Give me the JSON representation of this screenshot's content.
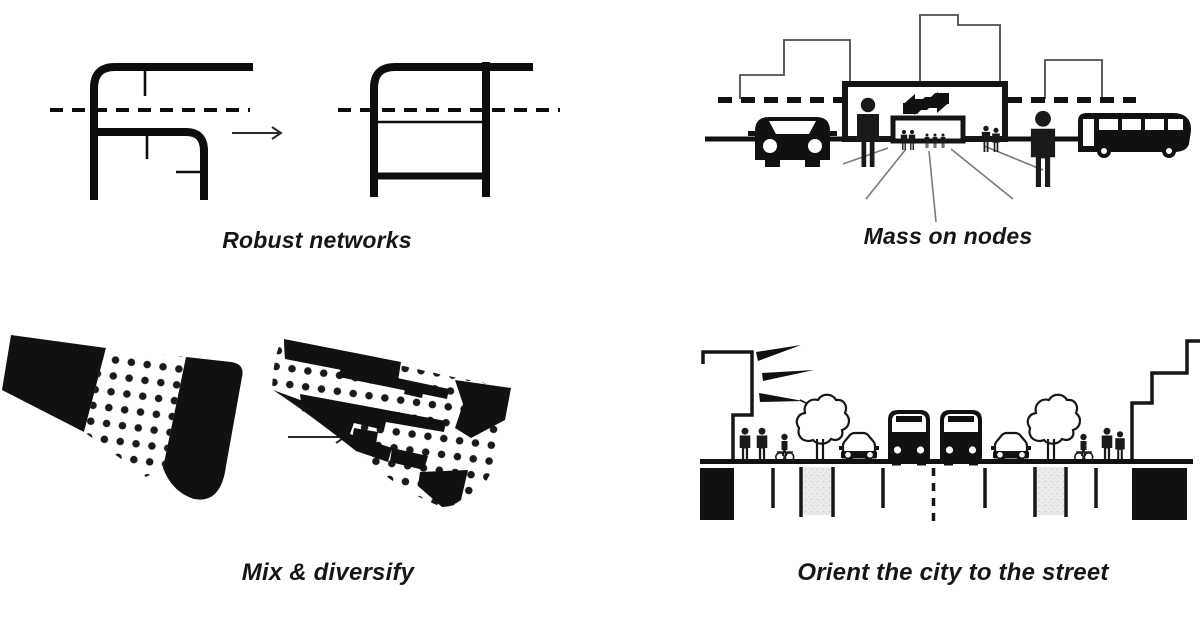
{
  "figure": {
    "title": "Urban design principles diagram",
    "panels": [
      {
        "id": "robust-networks",
        "label": "Robust networks"
      },
      {
        "id": "mass-on-nodes",
        "label": "Mass on nodes"
      },
      {
        "id": "mix-diversify",
        "label": "Mix & diversify"
      },
      {
        "id": "orient-city-street",
        "label": "Orient the city to the street"
      }
    ]
  },
  "icons": {
    "arrow": "arrow-right-icon",
    "ns_logo": "ns-rail-logo-icon",
    "station": "station-building-icon",
    "car": "car-icon",
    "bus": "bus-icon",
    "person": "person-icon",
    "tree": "tree-icon",
    "cyclist": "cyclist-icon",
    "rays": "light-rays-icon"
  },
  "colors": {
    "ink": "#111111",
    "skyline_gray": "#4d4d4d",
    "perspective_gray": "#7a7a7a",
    "stipple_gray": "#ebebeb",
    "background": "#ffffff"
  }
}
